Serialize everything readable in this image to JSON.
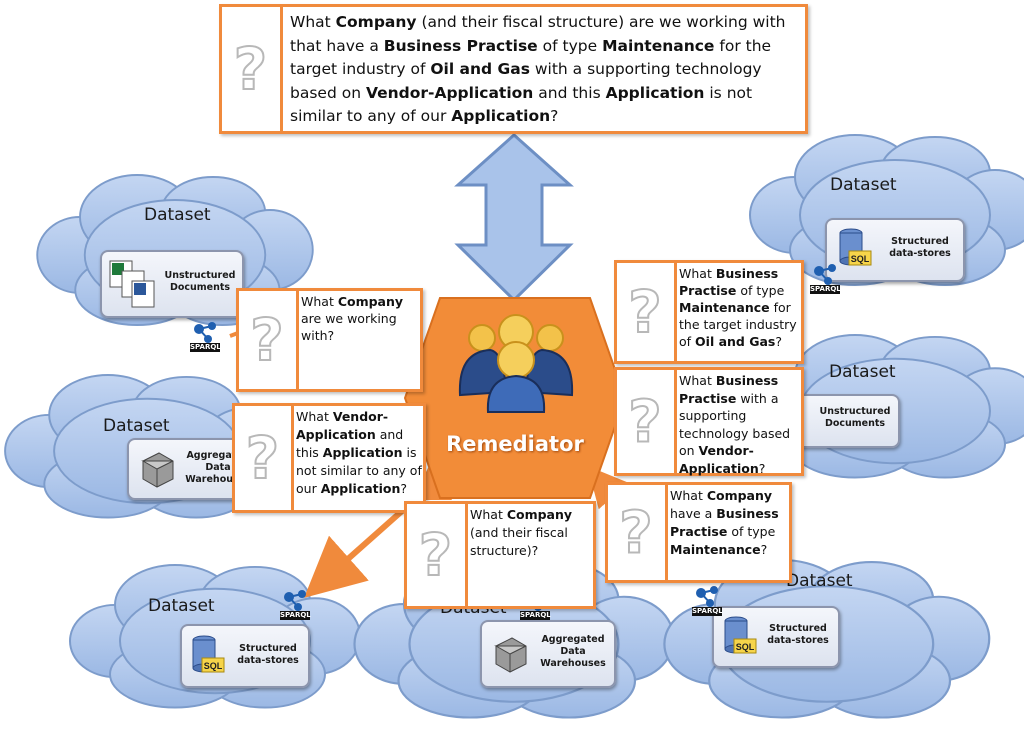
{
  "main_question": {
    "parts": [
      [
        "What ",
        false
      ],
      [
        "Company",
        true
      ],
      [
        " (and their fiscal structure) are we working with that have a ",
        false
      ],
      [
        "Business Practise",
        true
      ],
      [
        " of type ",
        false
      ],
      [
        "Maintenance",
        true
      ],
      [
        " for the target industry of ",
        false
      ],
      [
        "Oil and Gas",
        true
      ],
      [
        " with a supporting technology based on ",
        false
      ],
      [
        "Vendor-Application",
        true
      ],
      [
        " and this ",
        false
      ],
      [
        "Application",
        true
      ],
      [
        " is not similar to any of our ",
        false
      ],
      [
        "Application",
        true
      ],
      [
        "?",
        false
      ]
    ]
  },
  "center": {
    "label": "Remediator"
  },
  "datasets": [
    {
      "label": "Dataset",
      "store": "Unstructured\nDocuments"
    },
    {
      "label": "Dataset",
      "store": "Aggregated\nData\nWarehouses"
    },
    {
      "label": "Dataset",
      "store": "Structured\ndata-stores"
    },
    {
      "label": "Dataset",
      "store": "Aggregated\nData\nWarehouses"
    },
    {
      "label": "Dataset",
      "store": "Structured\ndata-stores"
    },
    {
      "label": "Dataset",
      "store": "Unstructured\nDocuments"
    },
    {
      "label": "Dataset",
      "store": "Structured\ndata-stores"
    }
  ],
  "sparql_label": "SPARQL",
  "sql_label": "SQL",
  "sub_questions": [
    {
      "parts": [
        [
          "What ",
          false
        ],
        [
          "Company",
          true
        ],
        [
          " are we working with?",
          false
        ]
      ]
    },
    {
      "parts": [
        [
          "What ",
          false
        ],
        [
          "Vendor-Application",
          true
        ],
        [
          " and this ",
          false
        ],
        [
          "Application",
          true
        ],
        [
          " is not similar to any of our ",
          false
        ],
        [
          "Application",
          true
        ],
        [
          "?",
          false
        ]
      ]
    },
    {
      "parts": [
        [
          "What ",
          false
        ],
        [
          "Company",
          true
        ],
        [
          " (and their fiscal structure)?",
          false
        ]
      ]
    },
    {
      "parts": [
        [
          "What ",
          false
        ],
        [
          "Business Practise",
          true
        ],
        [
          " of type ",
          false
        ],
        [
          "Maintenance",
          true
        ],
        [
          " for the target industry of ",
          false
        ],
        [
          "Oil and Gas",
          true
        ],
        [
          "?",
          false
        ]
      ]
    },
    {
      "parts": [
        [
          "What ",
          false
        ],
        [
          "Business Practise",
          true
        ],
        [
          " with a supporting technology based on ",
          false
        ],
        [
          "Vendor-Application",
          true
        ],
        [
          "?",
          false
        ]
      ]
    },
    {
      "parts": [
        [
          "What ",
          false
        ],
        [
          "Company",
          true
        ],
        [
          " have a ",
          false
        ],
        [
          "Business Practise",
          true
        ],
        [
          " of type ",
          false
        ],
        [
          "Maintenance",
          true
        ],
        [
          "?",
          false
        ]
      ]
    }
  ],
  "colors": {
    "orange": "#f08a3c",
    "hexagon": "#f28c38",
    "cloud": "#a9c3ea",
    "cloud_edge": "#7d9ccb",
    "arrow": "#a9c3ea"
  }
}
